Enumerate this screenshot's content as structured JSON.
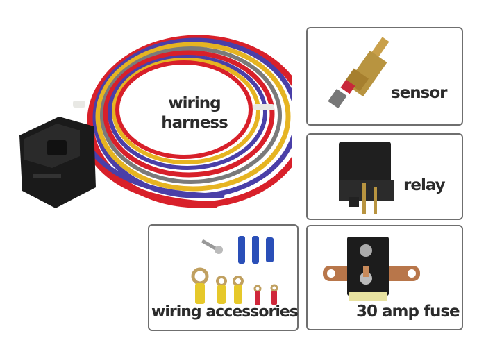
{
  "harness": {
    "label_line1": "wiring",
    "label_line2": "harness"
  },
  "panels": {
    "sensor": {
      "label": "sensor"
    },
    "relay": {
      "label": "relay"
    },
    "fuse": {
      "label": "30 amp fuse"
    },
    "accessories": {
      "label": "wiring accessories"
    }
  },
  "colors": {
    "border": "#6f6f6f",
    "text": "#2b2b2b",
    "wire_red": "#d8202a",
    "wire_yellow": "#e6b422",
    "wire_blue": "#4a3fa8",
    "wire_gray": "#7a7a7a",
    "brass": "#b89440"
  }
}
